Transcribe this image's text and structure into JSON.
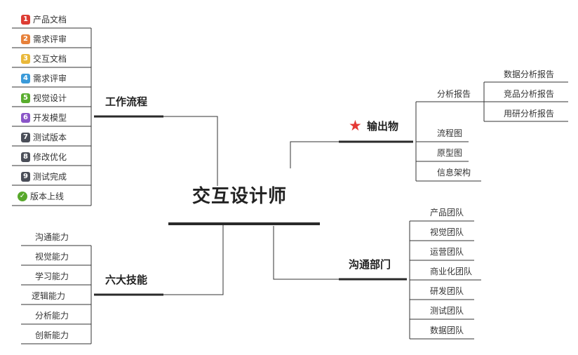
{
  "center": {
    "title": "交互设计师"
  },
  "colors": {
    "line": "#333333",
    "star": "#e53935",
    "check": "#57a82b"
  },
  "branches": {
    "workflow": {
      "title": "工作流程",
      "items": [
        {
          "num": "1",
          "label": "产品文档",
          "color": "#dd3c33"
        },
        {
          "num": "2",
          "label": "需求评审",
          "color": "#e7813a"
        },
        {
          "num": "3",
          "label": "交互文档",
          "color": "#e9b83a"
        },
        {
          "num": "4",
          "label": "需求评审",
          "color": "#3a9ad9"
        },
        {
          "num": "5",
          "label": "视觉设计",
          "color": "#59ad2e"
        },
        {
          "num": "6",
          "label": "开发模型",
          "color": "#8a55c8"
        },
        {
          "num": "7",
          "label": "测试版本",
          "color": "#4a4e58"
        },
        {
          "num": "8",
          "label": "修改优化",
          "color": "#4a4e58"
        },
        {
          "num": "9",
          "label": "测试完成",
          "color": "#4a4e58"
        },
        {
          "num": "✓",
          "label": "版本上线",
          "color": "#57a82b"
        }
      ]
    },
    "skills": {
      "title": "六大技能",
      "items": [
        "沟通能力",
        "视觉能力",
        "学习能力",
        "逻辑能力",
        "分析能力",
        "创新能力"
      ]
    },
    "output": {
      "title": "输出物",
      "star_icon": "star-icon",
      "analysis": {
        "label": "分析报告",
        "children": [
          "数据分析报告",
          "竞品分析报告",
          "用研分析报告"
        ]
      },
      "items": [
        "流程图",
        "原型图",
        "信息架构"
      ]
    },
    "departments": {
      "title": "沟通部门",
      "items": [
        "产品团队",
        "视觉团队",
        "运营团队",
        "商业化团队",
        "研发团队",
        "测试团队",
        "数据团队"
      ]
    }
  }
}
